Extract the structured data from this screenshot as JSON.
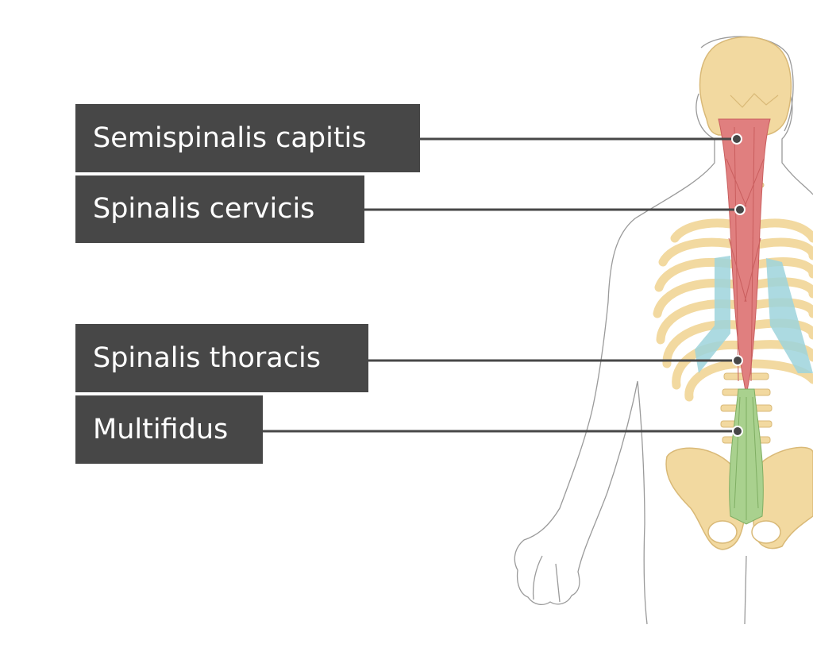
{
  "labels": [
    {
      "text": "Semispinalis capitis"
    },
    {
      "text": "Spinalis cervicis"
    },
    {
      "text": "Spinalis thoracis"
    },
    {
      "text": "Multifidus"
    }
  ],
  "colors": {
    "label_bg": "#474747",
    "label_text": "#ffffff",
    "bone": "#f2d9a0",
    "bone_outline": "#d9b977",
    "muscle_red": "#e07f7f",
    "muscle_green": "#a9d18e",
    "intercostal_blue": "#9ed3dc",
    "body_outline": "#9a9a9a"
  }
}
